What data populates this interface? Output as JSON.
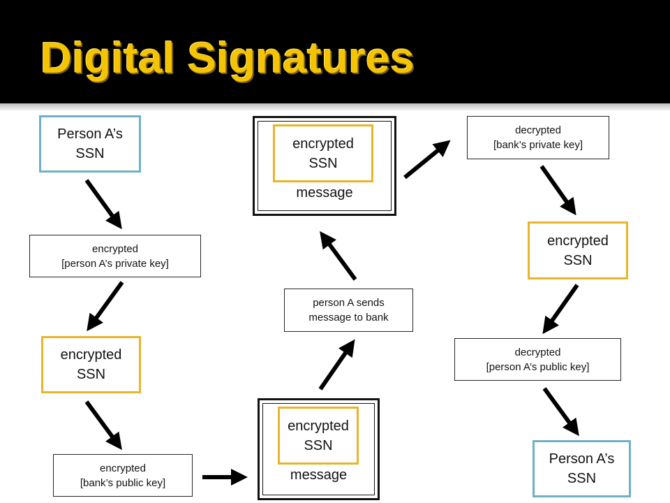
{
  "slide": {
    "title": "Digital Signatures",
    "title_color": "#F5C400",
    "header_bg": "#000000"
  },
  "boxes": {
    "person_a_ssn_start": "Person A’s\nSSN",
    "encrypt_private": "encrypted\n[person A’s private key]",
    "encrypted_ssn_1": "encrypted\nSSN",
    "encrypt_bank_public": "encrypted\n[bank’s public key]",
    "message_bottom_inner": "encrypted\nSSN",
    "message_bottom_label": "message",
    "person_sends": "person A sends\nmessage to bank",
    "message_top_inner": "encrypted\nSSN",
    "message_top_label": "message",
    "decrypt_bank_private": "decrypted\n[bank’s private key]",
    "encrypted_ssn_2": "encrypted\nSSN",
    "decrypt_person_public": "decrypted\n[person A’s public key]",
    "person_a_ssn_end": "Person A’s\nSSN"
  },
  "colors": {
    "ssn_border": "#6FB0C6",
    "encrypted_border": "#E8B52A",
    "arrow": "#000000"
  }
}
